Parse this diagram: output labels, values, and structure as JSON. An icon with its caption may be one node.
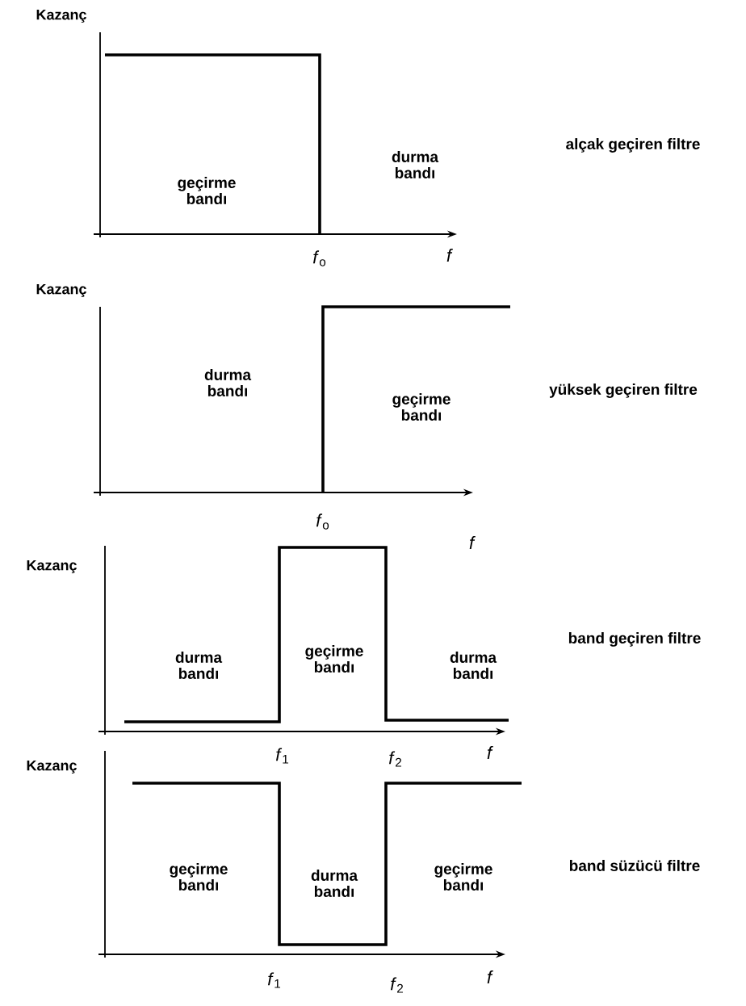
{
  "diagram": {
    "labels": [
      "Kazanç",
      "geçirme bandı",
      "durma bandı",
      "alçak geçiren filtre",
      "*f*$_{o}$",
      "f",
      "Kazanç",
      "durma bandı",
      "geçirme bandı",
      "yüksek geçiren filtre",
      "*f*$_{o}$",
      "f",
      "Kazanç",
      "durma bandı",
      "geçirme bandı",
      "durma bandı",
      "band geçiren filtre",
      "*f*$_{1}$",
      "*f*$_{2}$",
      "f",
      "Kazanç",
      "geçirme bandı",
      "durma bandı",
      "geçirme bandı",
      "band süzücü filtre",
      "*f*$_{1}$",
      "*f*$_{2}$",
      "f"
    ]
  }
}
